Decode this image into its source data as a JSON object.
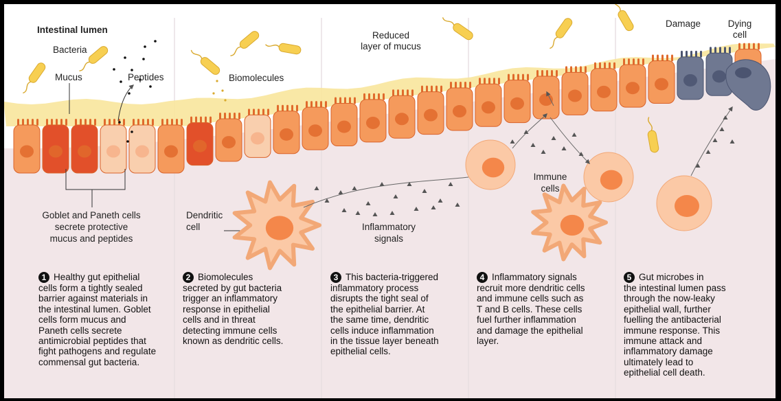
{
  "labels": {
    "intestinal_lumen": "Intestinal lumen",
    "bacteria": "Bacteria",
    "mucus": "Mucus",
    "peptides": "Peptides",
    "biomolecules": "Biomolecules",
    "reduced_mucus_1": "Reduced",
    "reduced_mucus_2": "layer of mucus",
    "damage": "Damage",
    "dying_cell_1": "Dying",
    "dying_cell_2": "cell",
    "goblet_1": "Goblet and Paneth cells",
    "goblet_2": "secrete protective",
    "goblet_3": "mucus and peptides",
    "dendritic_1": "Dendritic",
    "dendritic_2": "cell",
    "inflammatory_1": "Inflammatory",
    "inflammatory_2": "signals",
    "immune_1": "Immune",
    "immune_2": "cells"
  },
  "panels": [
    {
      "number": "1",
      "lines": [
        "Healthy gut epithelial",
        "cells form a tightly sealed",
        "barrier against materials in",
        "the intestinal lumen. Goblet",
        "cells form mucus and",
        "Paneth cells secrete",
        "antimicrobial peptides that",
        "fight pathogens and regulate",
        "commensal gut bacteria."
      ]
    },
    {
      "number": "2",
      "lines": [
        "Biomolecules",
        "secreted by gut bacteria",
        "trigger an inflammatory",
        "response in epithelial",
        "cells and in threat",
        "detecting immune cells",
        "known as dendritic cells."
      ]
    },
    {
      "number": "3",
      "lines": [
        "This bacteria-triggered",
        "inflammatory process",
        "disrupts the tight seal of",
        "the epithelial barrier. At",
        "the same time, dendritic",
        "cells induce inflammation",
        "in the tissue layer beneath",
        "epithelial cells."
      ]
    },
    {
      "number": "4",
      "lines": [
        "Inflammatory signals",
        "recruit more dendritic cells",
        "and immune cells such as",
        "T and B cells. These cells",
        "fuel further inflammation",
        "and damage the epithelial",
        "layer."
      ]
    },
    {
      "number": "5",
      "lines": [
        "Gut microbes in",
        "the intestinal lumen pass",
        "through the now-leaky",
        "epithelial wall, further",
        "fuelling the antibacterial",
        "immune response. This",
        "immune attack and",
        "inflammatory damage",
        "ultimately lead to",
        "epithelial cell death."
      ]
    }
  ],
  "colors": {
    "lamina": "#f2e6e8",
    "mucus": "#f8e69c",
    "cell": "#f59a5c",
    "cell_dark": "#e06a2c",
    "goblet": "#f9cfae",
    "paneth": "#e2502a",
    "damaged": "#6f7891",
    "bacteria": "#f7cf52",
    "immune": "#fbc9a6",
    "nucleus": "#f4874a"
  }
}
